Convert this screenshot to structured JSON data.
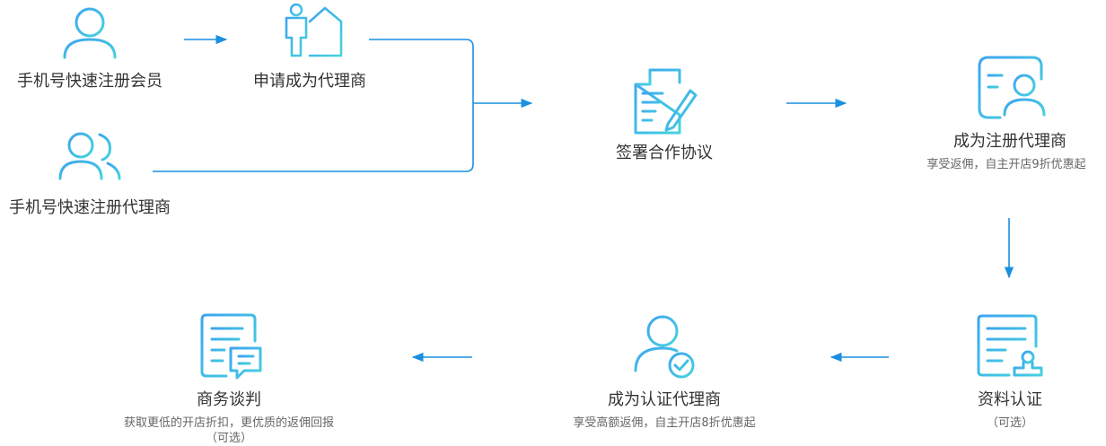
{
  "nodes": {
    "register_member": {
      "label": "手机号快速注册会员"
    },
    "apply_agent": {
      "label": "申请成为代理商"
    },
    "register_agent": {
      "label": "手机号快速注册代理商"
    },
    "sign_agreement": {
      "label": "签署合作协议"
    },
    "registered_agent": {
      "label": "成为注册代理商",
      "note": "享受返佣，自主开店9折优惠起"
    },
    "documents": {
      "label": "资料认证",
      "note": "（可选）"
    },
    "certified_agent": {
      "label": "成为认证代理商",
      "note": "享受高额返佣，自主开店8折优惠起"
    },
    "negotiation": {
      "label": "商务谈判",
      "note": "获取更低的开店折扣，更优质的返佣回报",
      "note2": "（可选）"
    }
  },
  "colors": {
    "arrow": "#1a8fe0",
    "icon_start": "#3da5f0",
    "icon_end": "#46d3dd",
    "text": "#333333",
    "subtext": "#666666"
  },
  "icons": {
    "register_member": "user-icon",
    "apply_agent": "agent-house-icon",
    "register_agent": "users-icon",
    "sign_agreement": "contract-pen-icon",
    "registered_agent": "id-card-icon",
    "documents": "document-stamp-icon",
    "certified_agent": "user-check-icon",
    "negotiation": "document-chat-icon"
  }
}
